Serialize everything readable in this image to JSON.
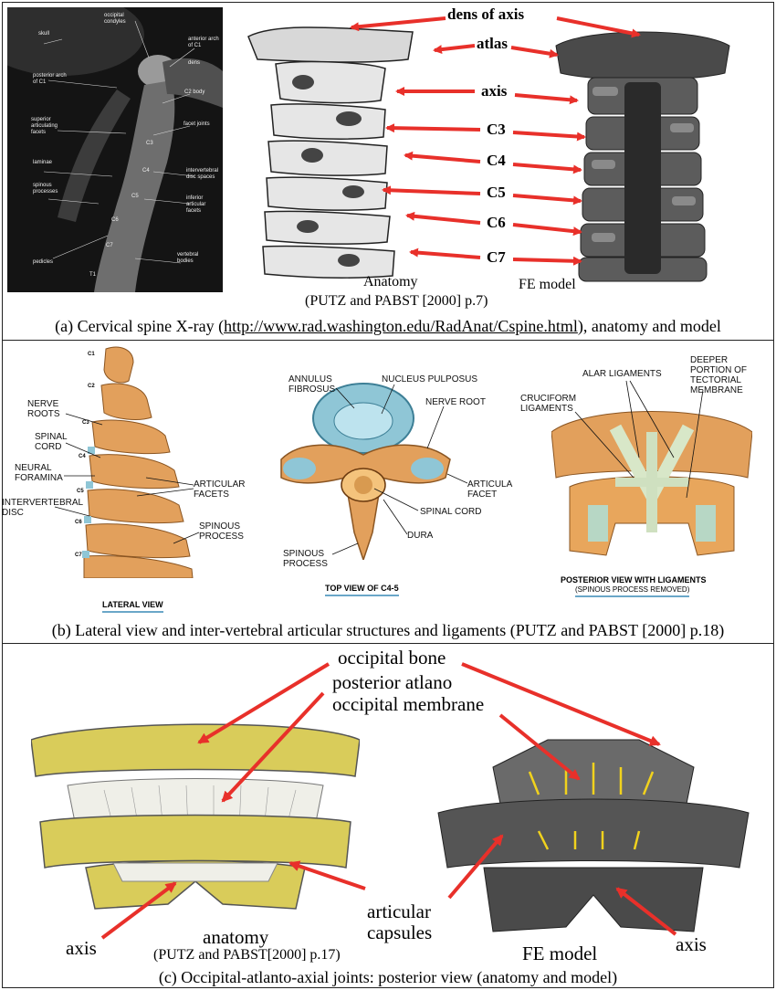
{
  "panel_a": {
    "xray_labels": [
      "occipital condyles",
      "skull",
      "anterior arch of C1",
      "dens",
      "posterior arch of C1",
      "C2 body",
      "superior articulating facets",
      "facet joints",
      "C3",
      "laminae",
      "C4",
      "intervertebral disc spaces",
      "spinous processes",
      "C5",
      "inferior articular facets",
      "C6",
      "C7",
      "vertebral bodies",
      "pedicles",
      "T1"
    ],
    "labels": [
      "dens of axis",
      "atlas",
      "axis",
      "C3",
      "C4",
      "C5",
      "C6",
      "C7"
    ],
    "anatomy_label": "Anatomy",
    "anatomy_ref": "(PUTZ and PABST [2000] p.7)",
    "fe_label": "FE model",
    "caption_pre": "(a) Cervical spine X-ray (",
    "caption_link": "http://www.rad.washington.edu/RadAnat/Cspine.html",
    "caption_post": "), anatomy and model"
  },
  "panel_b": {
    "lateral": {
      "levels": [
        "C1",
        "C2",
        "C3",
        "C4",
        "C5",
        "C6",
        "C7"
      ],
      "nerve_roots": "NERVE ROOTS",
      "spinal_cord": "SPINAL CORD",
      "neural_foramina": "NEURAL FORAMINA",
      "intervertebral_disc": "INTERVERTEBRAL DISC",
      "articular_facets": "ARTICULAR FACETS",
      "spinous_process": "SPINOUS PROCESS",
      "title": "LATERAL VIEW"
    },
    "top": {
      "annulus_fibrosus": "ANNULUS FIBROSUS",
      "nucleus_pulposus": "NUCLEUS PULPOSUS",
      "nerve_root": "NERVE ROOT",
      "articula_facet": "ARTICULA FACET",
      "spinal_cord": "SPINAL CORD",
      "dura": "DURA",
      "spinous_process": "SPINOUS PROCESS",
      "title": "TOP VIEW OF C4-5"
    },
    "posterior": {
      "alar_ligaments": "ALAR LIGAMENTS",
      "deeper_portion": "DEEPER PORTION OF TECTORIAL MEMBRANE",
      "cruciform_ligaments": "CRUCIFORM LIGAMENTS",
      "title": "POSTERIOR VIEW WITH LIGAMENTS",
      "subtitle": "(SPINOUS PROCESS REMOVED)"
    },
    "caption": "(b) Lateral view and inter-vertebral articular structures and ligaments (PUTZ and PABST [2000] p.18)"
  },
  "panel_c": {
    "occipital_bone": "occipital bone",
    "posterior_atlano": "posterior atlano",
    "occipital_membrane": "occipital membrane",
    "articular": "articular",
    "capsules": "capsules",
    "axis_left": "axis",
    "axis_right": "axis",
    "anatomy_label": "anatomy",
    "anatomy_ref": "(PUTZ and PABST[2000] p.17)",
    "fe_label": "FE model",
    "caption": "(c) Occipital-atlanto-axial joints: posterior view (anatomy and model)"
  },
  "colors": {
    "arrow_red": "#e8302a",
    "bone_orange": "#e2a05c",
    "bone_yellow": "#d9cc5a",
    "fe_gray": "#555555",
    "disc_blue": "#8fc6d6"
  }
}
